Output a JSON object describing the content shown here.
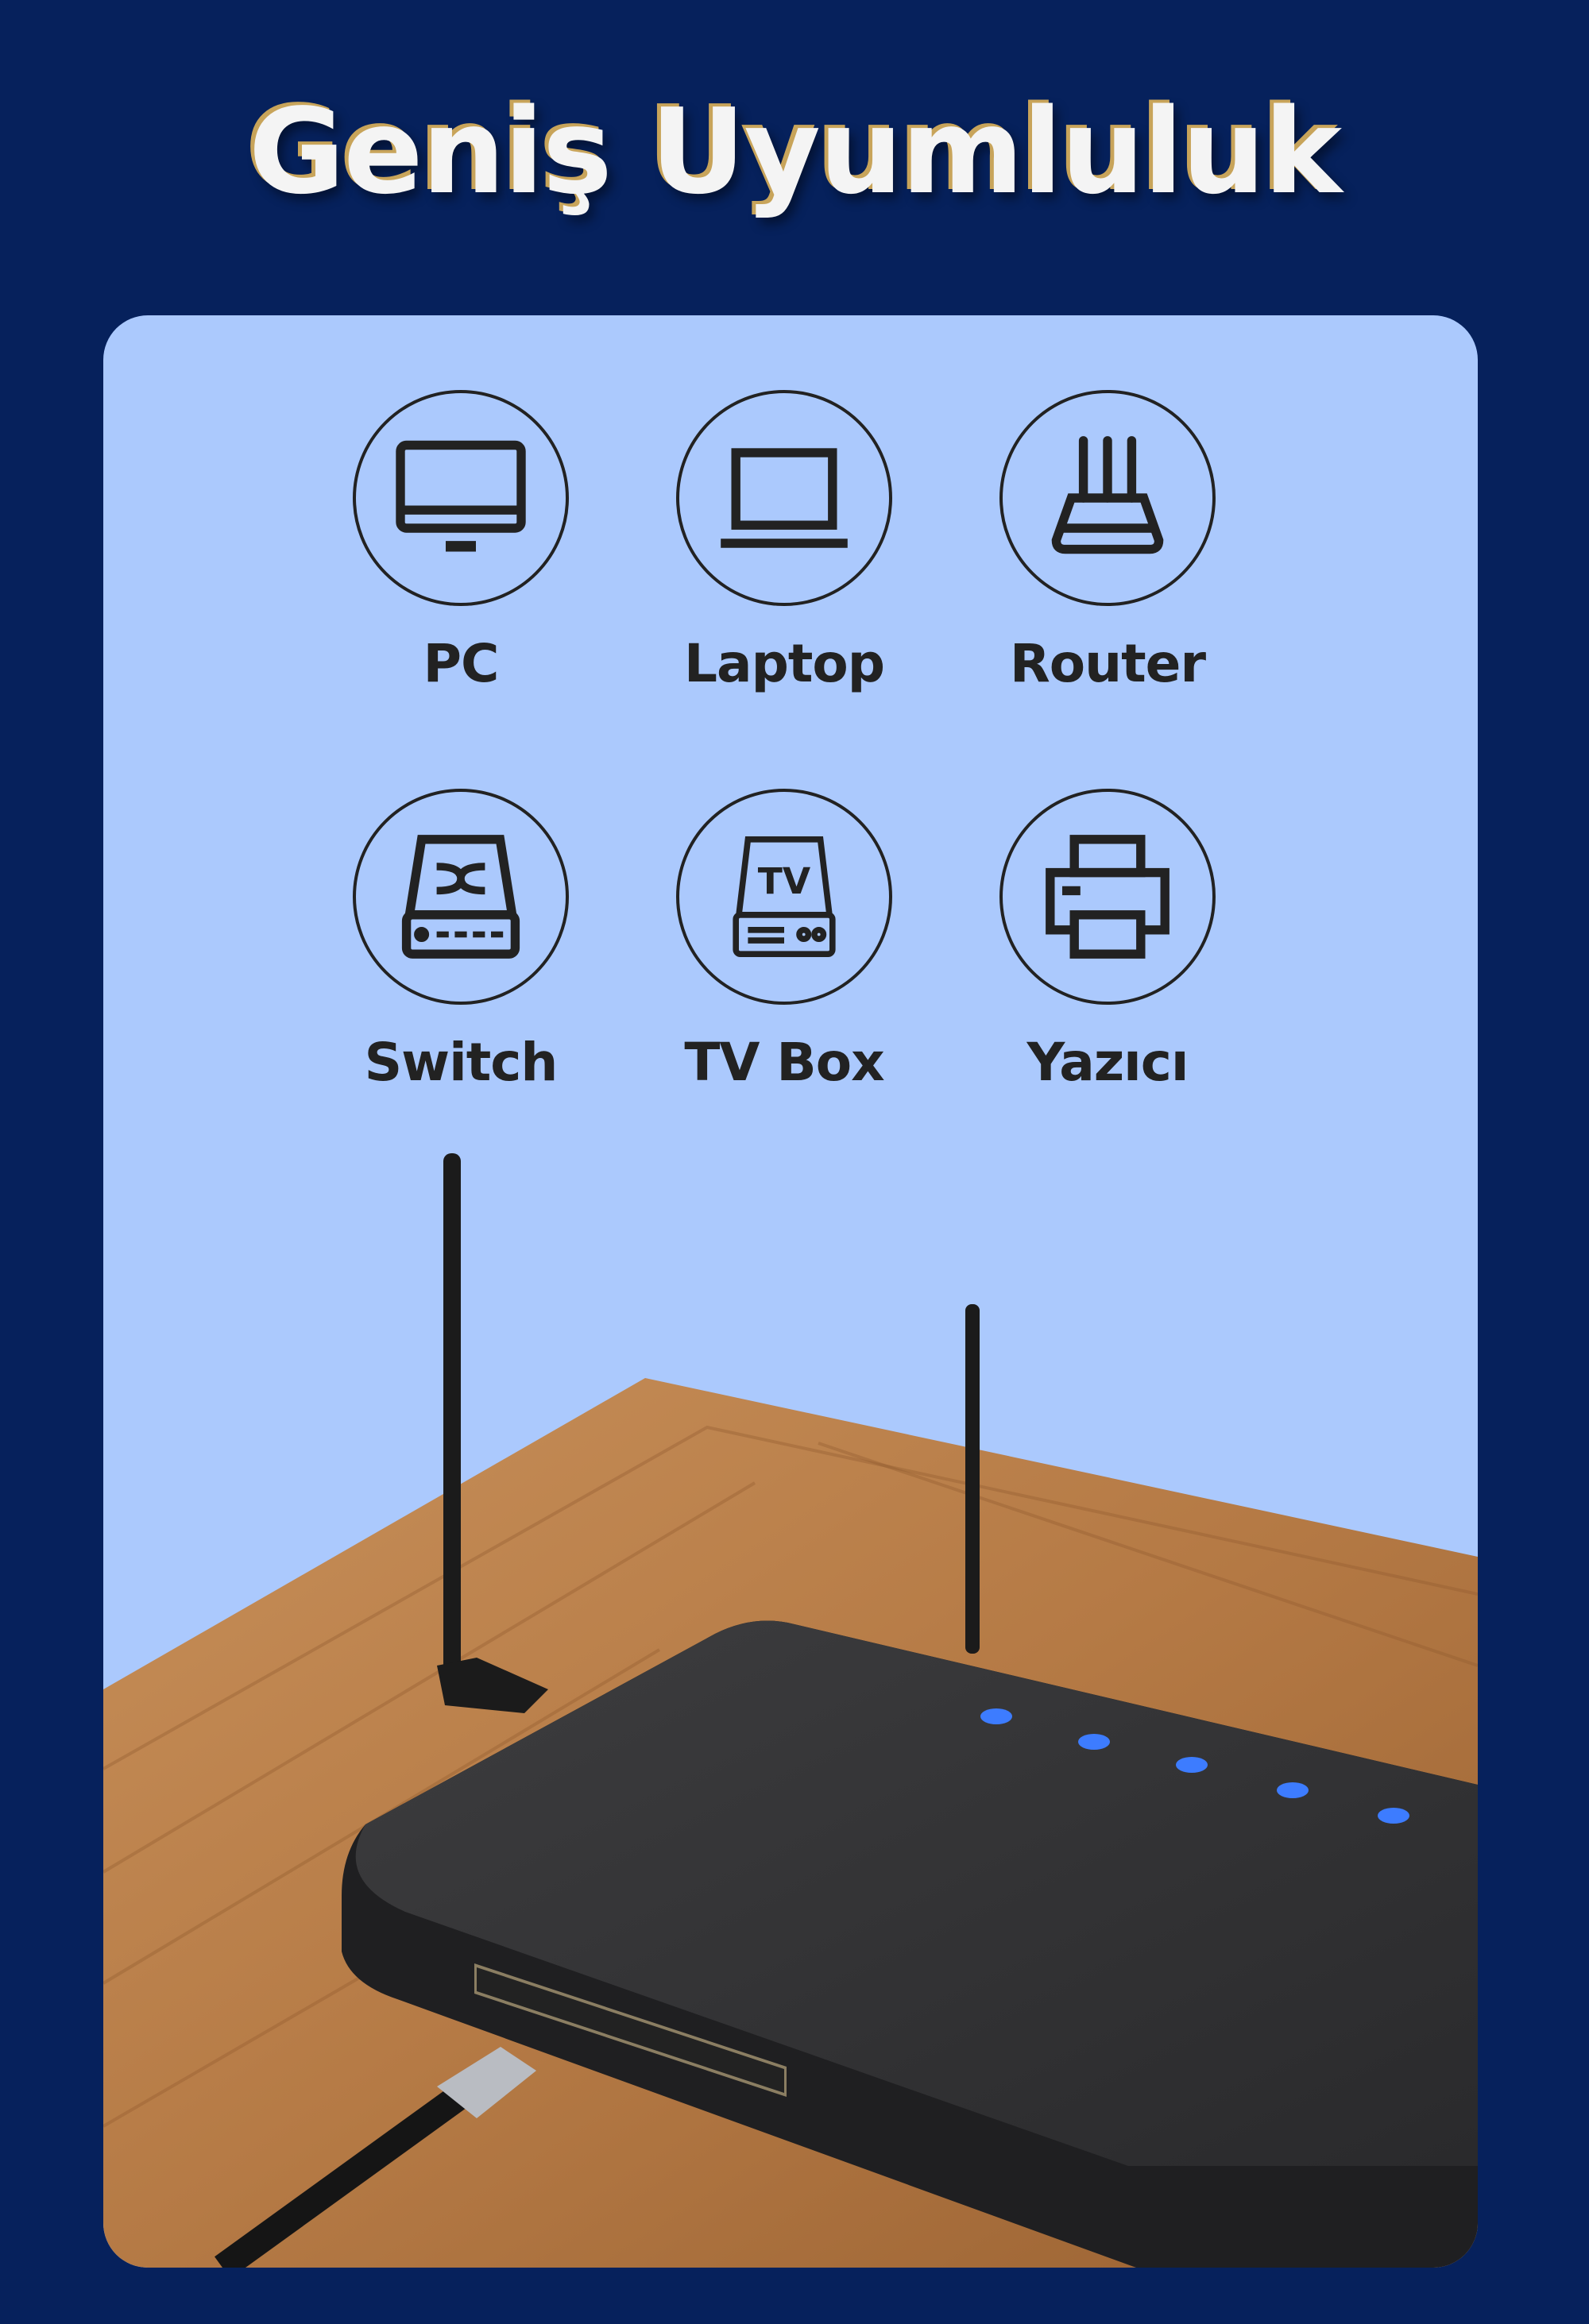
{
  "title": "Geniş Uyumluluk",
  "devices": [
    {
      "label": "PC",
      "icon": "monitor-icon"
    },
    {
      "label": "Laptop",
      "icon": "laptop-icon"
    },
    {
      "label": "Router",
      "icon": "router-icon"
    },
    {
      "label": "Switch",
      "icon": "switch-icon"
    },
    {
      "label": "TV Box",
      "icon": "tv-box-icon"
    },
    {
      "label": "Yazıcı",
      "icon": "printer-icon"
    }
  ],
  "icon_tv_text": "TV",
  "colors": {
    "background": "#06215c",
    "card": "#abc9fd",
    "led": "#3d7cff",
    "title_outline": "#c8a45a"
  }
}
